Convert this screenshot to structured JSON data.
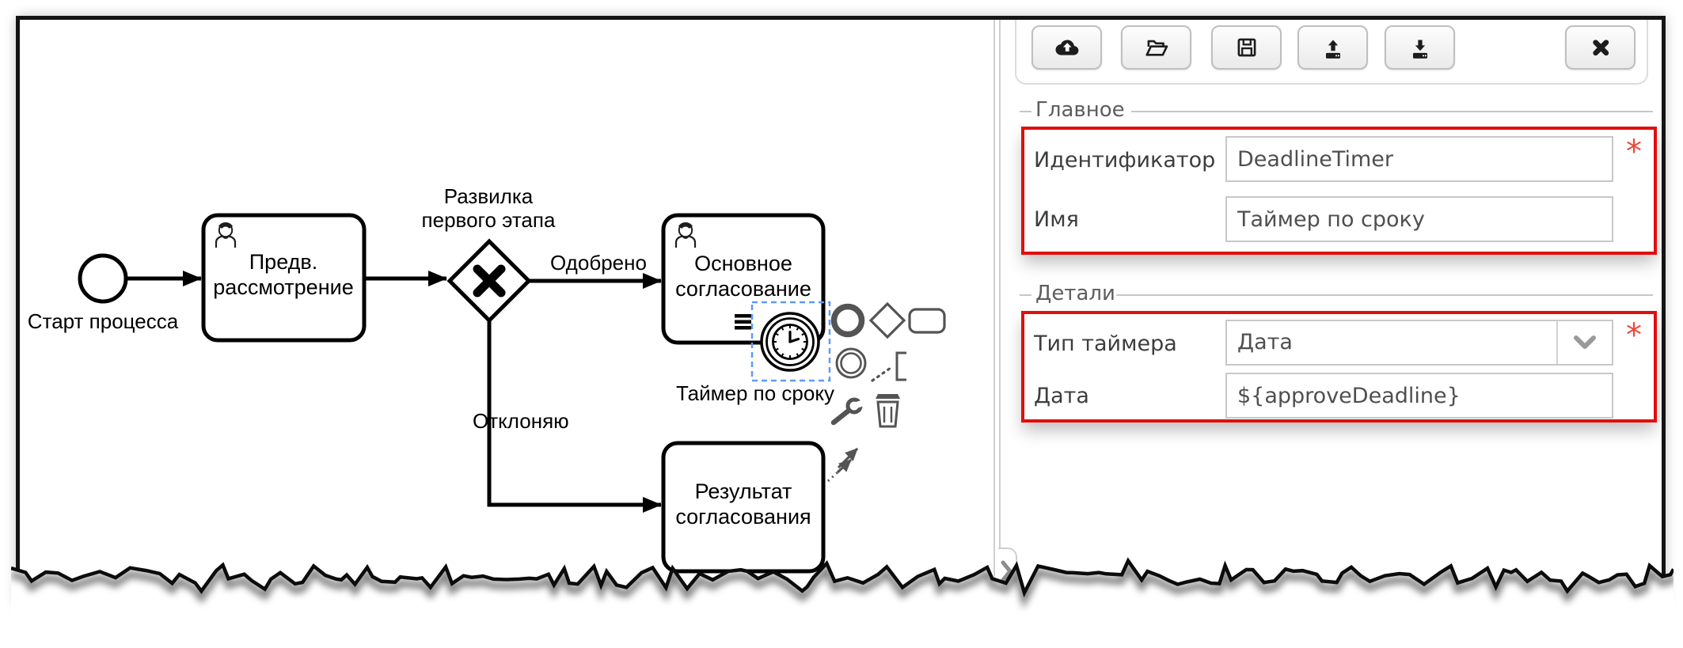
{
  "colors": {
    "highlight_box": "#e10e0e",
    "required_asterisk": "#e8493c",
    "selection_blue": "#5e9bf5",
    "context_pad_icon": "#545454",
    "flow_black": "#000000"
  },
  "diagram": {
    "start_event": {
      "label": "Старт процесса"
    },
    "task_preliminary": {
      "line1": "Предв.",
      "line2": "рассмотрение",
      "icon": "user-icon"
    },
    "gateway": {
      "label_line1": "Развилка",
      "label_line2": "первого этапа",
      "type": "exclusive-x"
    },
    "flow_approved": {
      "label": "Одобрено"
    },
    "flow_rejected": {
      "label": "Отклоняю"
    },
    "task_main": {
      "line1": "Основное",
      "line2": "согласование",
      "icon": "user-icon"
    },
    "task_result": {
      "line1": "Результат",
      "line2": "согласования"
    },
    "timer_event": {
      "label": "Таймер по сроку",
      "selected": true
    },
    "context_pad": {
      "icons": [
        "end-event",
        "gateway",
        "task",
        "intermediate-event",
        "text-annotation",
        "wrench",
        "trash",
        "connection"
      ]
    }
  },
  "panel": {
    "toolbar": {
      "buttons": [
        {
          "icon": "cloud-upload"
        },
        {
          "icon": "folder-open"
        },
        {
          "icon": "save"
        },
        {
          "icon": "upload"
        },
        {
          "icon": "download"
        },
        {
          "icon": "close"
        }
      ]
    },
    "sections": [
      {
        "legend": "Главное",
        "fields": [
          {
            "label": "Идентификатор",
            "value": "DeadlineTimer",
            "required": true,
            "control": "input"
          },
          {
            "label": "Имя",
            "value": "Таймер по сроку",
            "required": false,
            "control": "input"
          }
        ]
      },
      {
        "legend": "Детали",
        "fields": [
          {
            "label": "Тип таймера",
            "value": "Дата",
            "required": true,
            "control": "select"
          },
          {
            "label": "Дата",
            "value": "${approveDeadline}",
            "required": false,
            "control": "input"
          }
        ]
      }
    ],
    "collapse_tab": {
      "icon": "chevron-right"
    },
    "required_marker": "*"
  }
}
